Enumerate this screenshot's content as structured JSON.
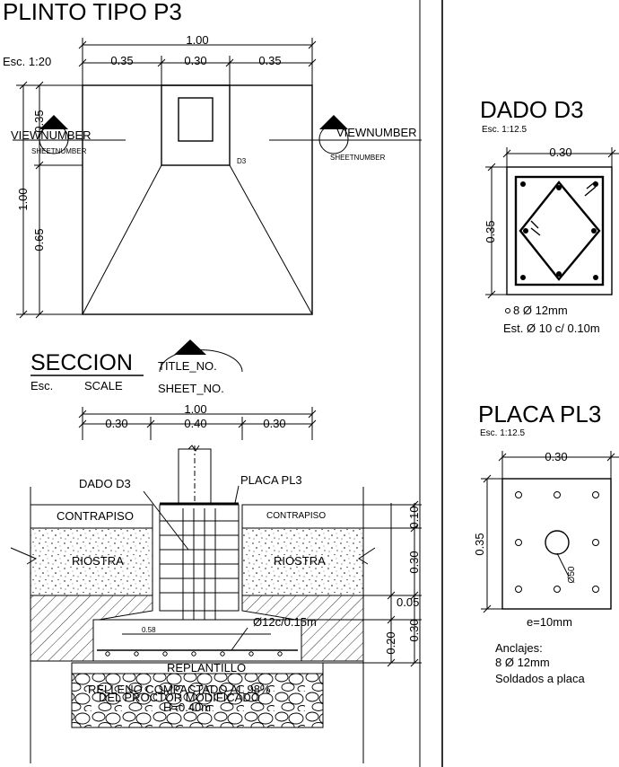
{
  "plinto": {
    "title": "PLINTO TIPO P3",
    "scale": "Esc.   1:20",
    "dim_total_width": "1.00",
    "dim_left": "0.35",
    "dim_center": "0.30",
    "dim_right": "0.35",
    "dim_total_height": "1.00",
    "dim_top": "0.35",
    "dim_bottom": "0.65",
    "column_tag": "D3",
    "view_marker_left": {
      "label": "VIEWNUMBER",
      "sheet": "SHEETNUMBER"
    },
    "view_marker_right": {
      "label": "VIEWNUMBER",
      "sheet": "SHEETNUMBER"
    }
  },
  "seccion": {
    "title": "SECCION",
    "title_tag": "TITLE_NO.",
    "scale_label": "Esc.",
    "scale_value": "SCALE",
    "sheet_tag": "SHEET_NO.",
    "dim_total_width": "1.00",
    "dim_left": "0.30",
    "dim_center": "0.40",
    "dim_right": "0.30",
    "label_dado": "DADO  D3",
    "label_placa": "PLACA PL3",
    "label_contrapiso_left": "CONTRAPISO",
    "label_contrapiso_right": "CONTRAPISO",
    "label_riostra_left": "RIOSTRA",
    "label_riostra_right": "RIOSTRA",
    "dim_058": "0.58",
    "rebar_label": "Ø12c/0.15m",
    "label_replantillo": "REPLANTILLO",
    "fill_line1": "RELLENO COMPACTADO AL 98%",
    "fill_line2": "DEL PROCTOR MODIFICADO",
    "fill_line3": "H=0.40m",
    "vdim_010": "0.10",
    "vdim_030a": "0.30",
    "vdim_005": "0.05",
    "vdim_020": "0.20",
    "vdim_030b": "0.30"
  },
  "dado": {
    "title": "DADO D3",
    "scale": "Esc. 1:12.5",
    "dim_width": "0.30",
    "dim_height": "0.35",
    "note1": "8 Ø 12mm",
    "note2": "Est. Ø 10 c/ 0.10m"
  },
  "placa": {
    "title": "PLACA PL3",
    "scale": "Esc. 1:12.5",
    "dim_width": "0.30",
    "dim_height": "0.35",
    "hole_label": "Ø50",
    "thickness": "e=10mm",
    "anchor_line1": "Anclajes:",
    "anchor_line2": "8 Ø 12mm",
    "anchor_line3": "Soldados a placa"
  }
}
